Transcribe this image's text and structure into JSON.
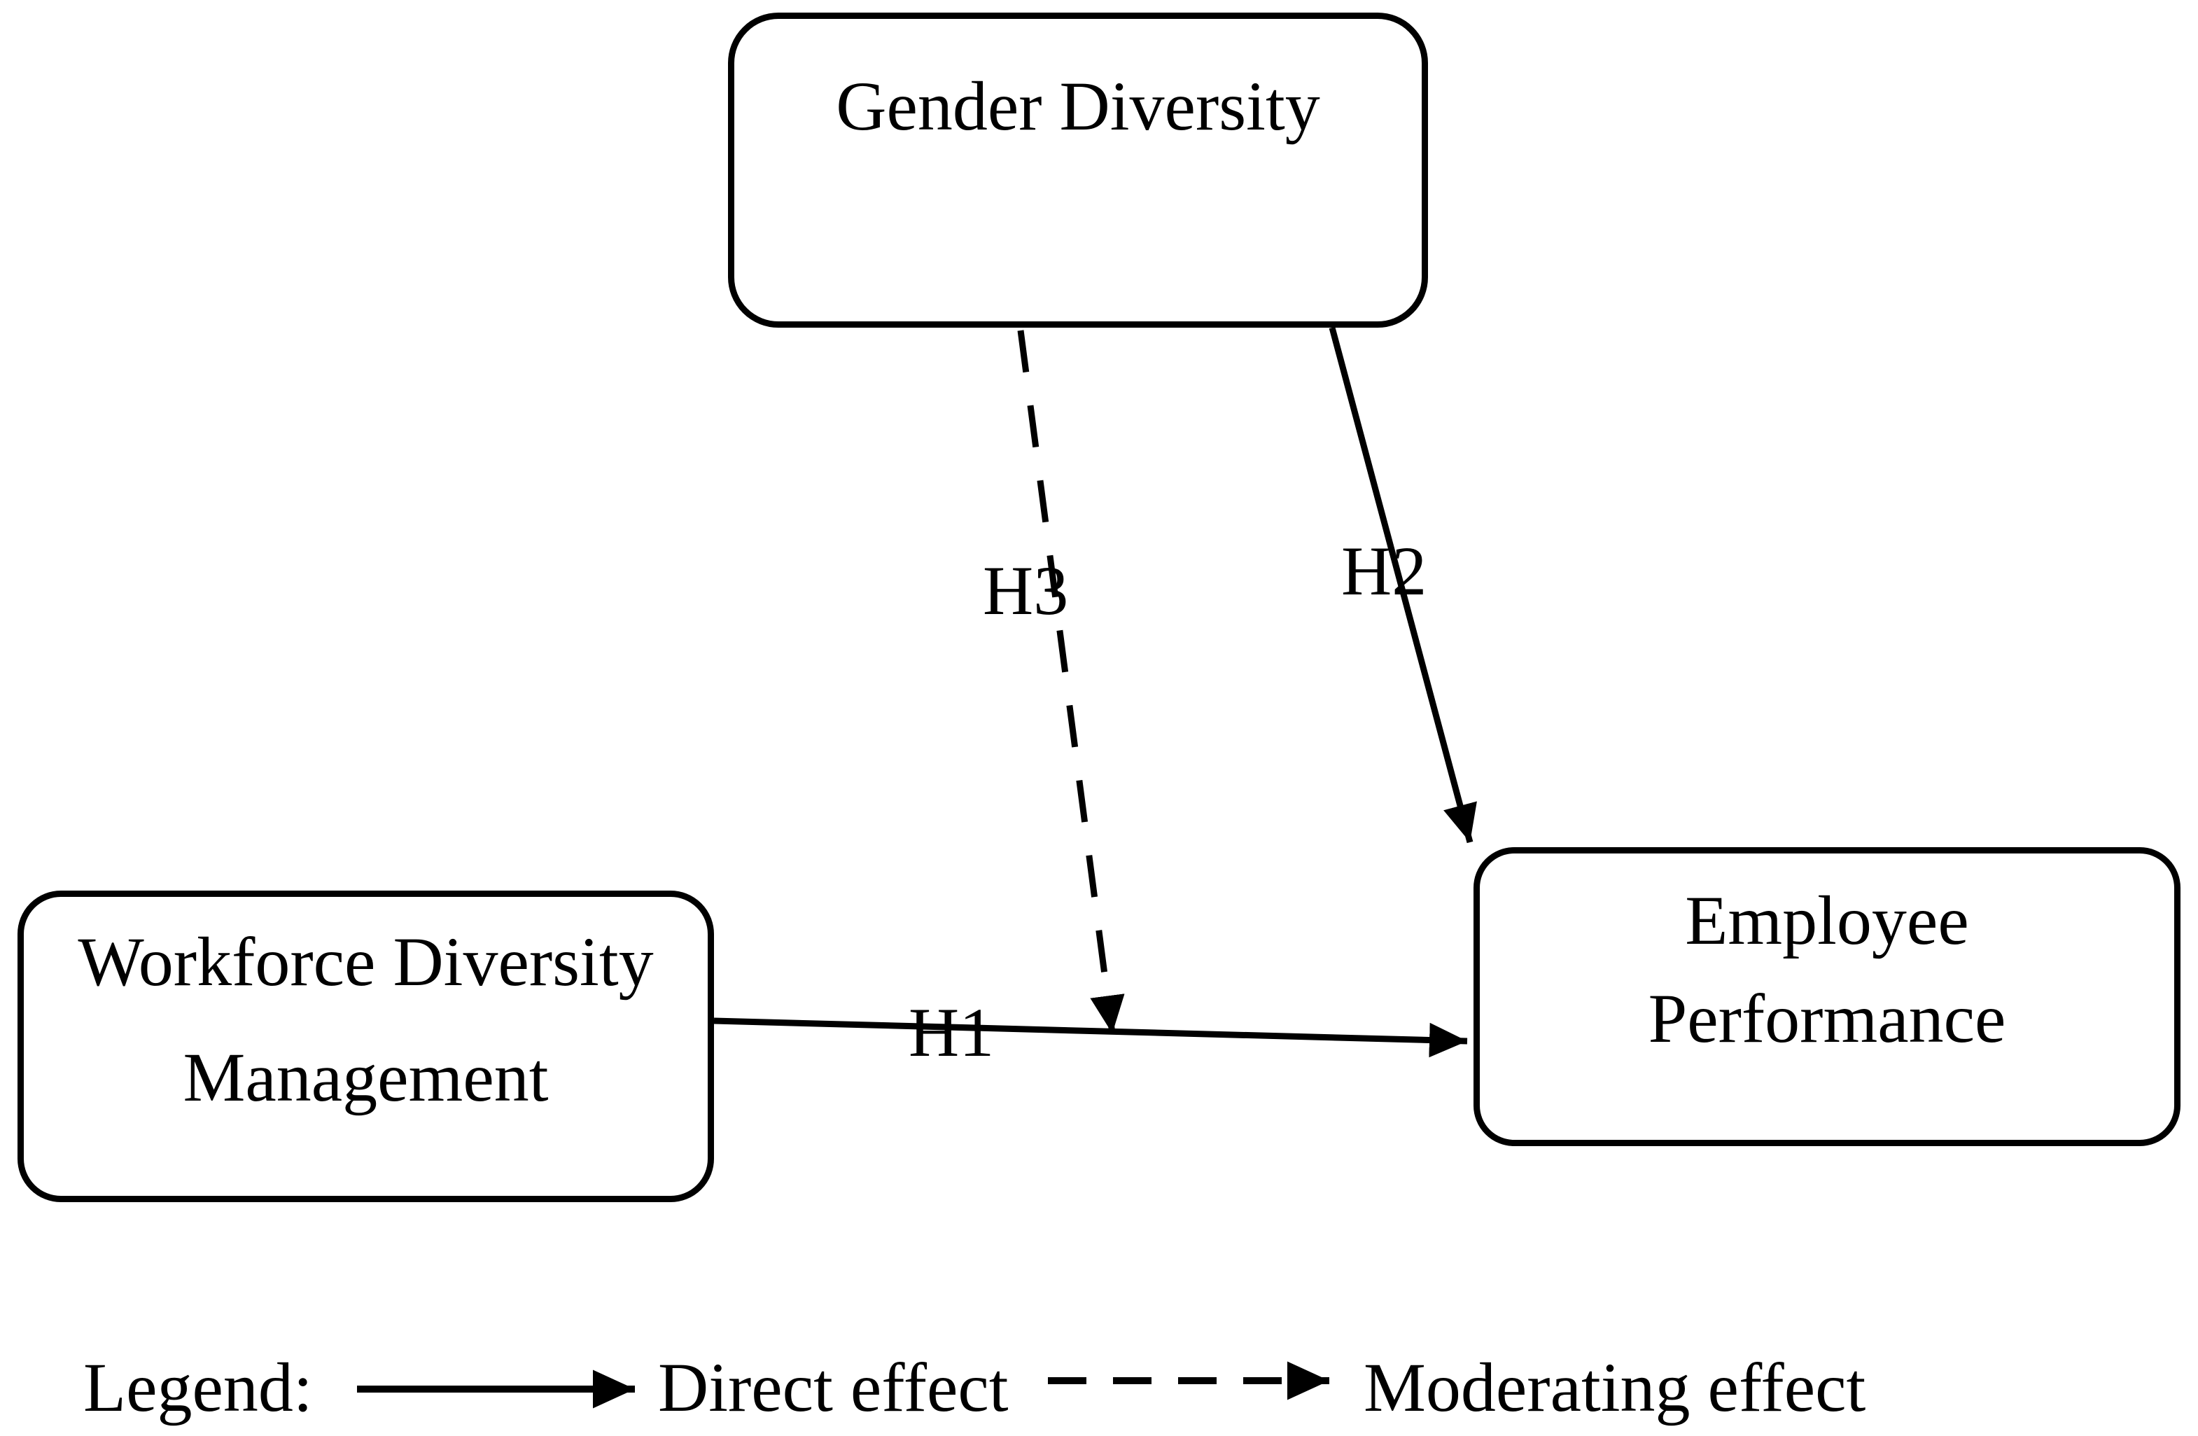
{
  "diagram": {
    "nodes": {
      "gender_diversity": {
        "label": "Gender Diversity"
      },
      "workforce_diversity_management": {
        "line1": "Workforce Diversity",
        "line2": "Management"
      },
      "employee_performance": {
        "line1": "Employee",
        "line2": "Performance"
      }
    },
    "edges": {
      "h1": {
        "label": "H1",
        "type": "direct",
        "from": "workforce_diversity_management",
        "to": "employee_performance"
      },
      "h2": {
        "label": "H2",
        "type": "direct",
        "from": "gender_diversity",
        "to": "employee_performance"
      },
      "h3": {
        "label": "H3",
        "type": "moderating",
        "from": "gender_diversity",
        "to": "h1-path"
      }
    },
    "legend": {
      "title": "Legend:",
      "direct": "Direct effect",
      "moderating": "Moderating effect"
    },
    "colors": {
      "stroke": "#000000",
      "background": "#ffffff"
    }
  }
}
